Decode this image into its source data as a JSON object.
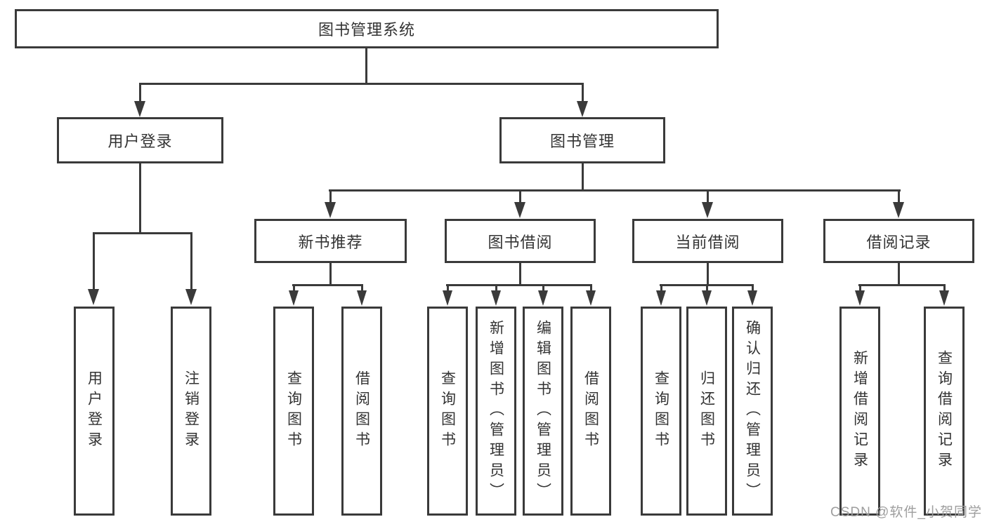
{
  "diagram": {
    "root": {
      "label": "图书管理系统"
    },
    "level2": {
      "user_login": {
        "label": "用户登录"
      },
      "book_mgmt": {
        "label": "图书管理"
      }
    },
    "level3": {
      "new_books": {
        "label": "新书推荐"
      },
      "borrow": {
        "label": "图书借阅"
      },
      "current": {
        "label": "当前借阅"
      },
      "records": {
        "label": "借阅记录"
      }
    },
    "leaves": {
      "user_login": [
        "用户登录",
        "注销登录"
      ],
      "new_books": [
        "查询图书",
        "借阅图书"
      ],
      "borrow": [
        "查询图书",
        "新增图书（管理员）",
        "编辑图书（管理员）",
        "借阅图书"
      ],
      "current": [
        "查询图书",
        "归还图书",
        "确认归还（管理员）"
      ],
      "records": [
        "新增借阅记录",
        "查询借阅记录"
      ]
    }
  },
  "watermark": {
    "text": "CSDN @软件_小贺同学",
    "color": "#9e9e9e"
  },
  "colors": {
    "line": "#3a3a3a",
    "text": "#333333",
    "background": "#ffffff"
  }
}
